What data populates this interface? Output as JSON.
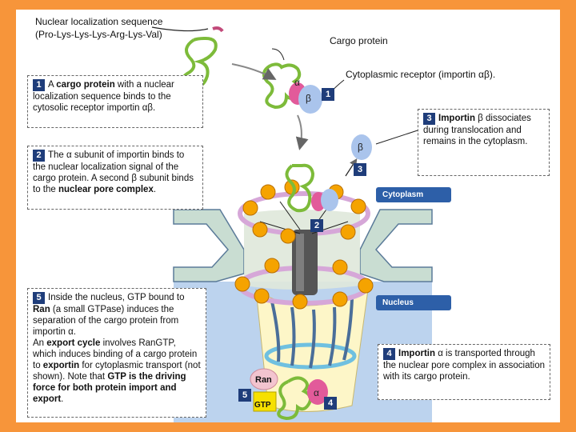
{
  "labels": {
    "nls": "Nuclear localization sequence",
    "nls_seq": "(Pro-Lys-Lys-Lys-Arg-Lys-Val)",
    "cargo": "Cargo protein",
    "receptor": "Cytoplasmic receptor (importin αβ).",
    "cytoplasm": "Cytoplasm",
    "nucleus": "Nucleus",
    "alpha": "α",
    "beta": "β",
    "ran": "Ran",
    "gtp": "GTP"
  },
  "steps": {
    "s1": {
      "num": "1",
      "t1": "A ",
      "b1": "cargo protein",
      "t2": " with a nuclear localization sequence binds to the cytosolic receptor importin αβ."
    },
    "s2": {
      "num": "2",
      "t1": "The α subunit of importin binds to the nuclear localization signal of the cargo protein. A second β subunit binds to the ",
      "b1": "nuclear pore complex",
      "t2": "."
    },
    "s3": {
      "num": "3",
      "b1": "Importin",
      "t1": " β dissociates during translocation and remains in the cytoplasm."
    },
    "s4": {
      "num": "4",
      "b1": "Importin",
      "t1": " α is transported through the nuclear pore complex in association with its cargo protein."
    },
    "s5": {
      "num": "5",
      "t1": "Inside the nucleus, GTP bound to ",
      "b1": "Ran",
      "t2": " (a small GTPase) induces the separation of the cargo protein from importin α.",
      "t3": "An ",
      "b2": "export cycle",
      "t4": " involves RanGTP, which induces binding of a cargo protein to ",
      "b3": "exportin",
      "t5": " for cytoplasmic transport (not shown). Note that ",
      "b4": "GTP is the driving force for both protein import and export",
      "t6": "."
    }
  },
  "colors": {
    "nucleus": "#bcd3ee",
    "band": "#2d5fa8",
    "bead": "#f5a300",
    "alpha": "#e25a9a",
    "beta": "#aac4ec",
    "cargo": "#7dbb3a",
    "ran": "#f3c4cf",
    "gtp": "#f6e000"
  }
}
